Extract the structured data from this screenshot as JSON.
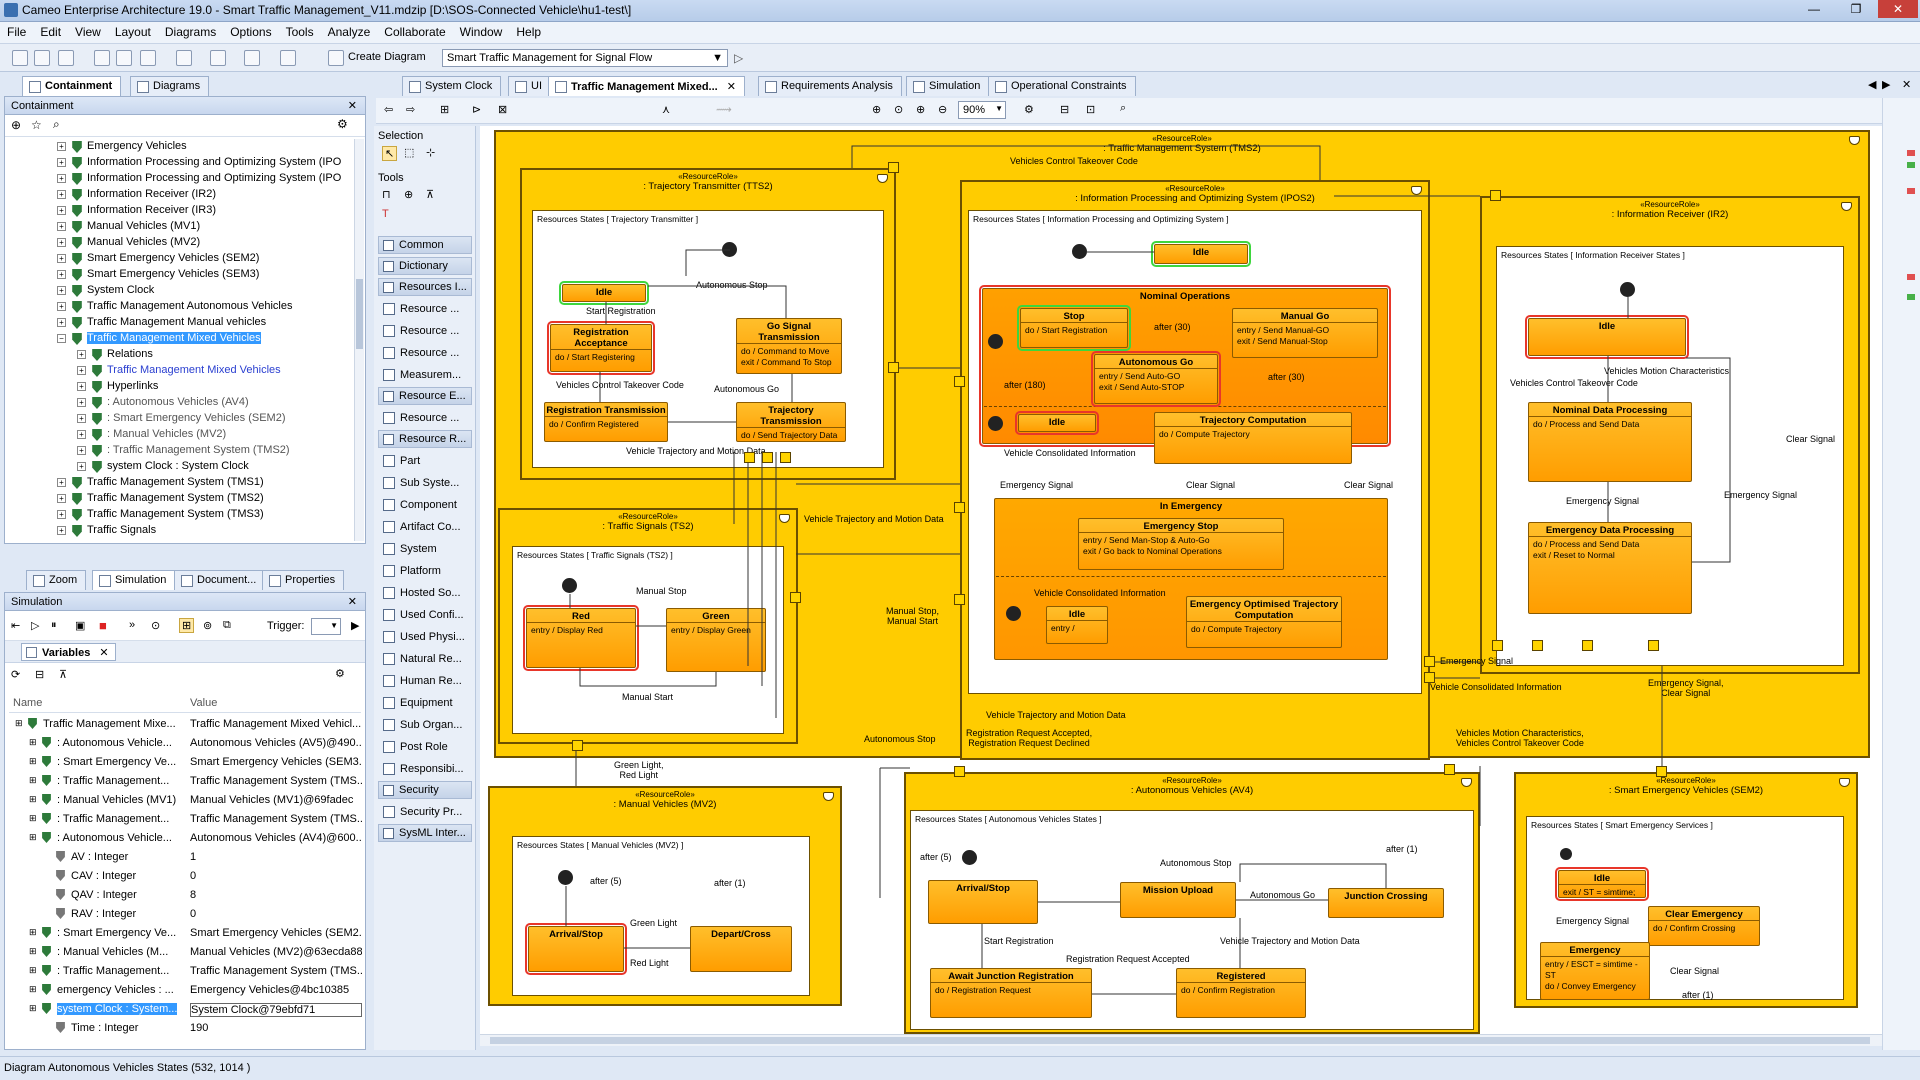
{
  "window": {
    "title": "Cameo Enterprise Architecture 19.0 - Smart Traffic Management_V11.mdzip [D:\\SOS-Connected Vehicle\\hu1-test\\]",
    "min": "—",
    "max": "❐",
    "close": "✕"
  },
  "menu": [
    "File",
    "Edit",
    "View",
    "Layout",
    "Diagrams",
    "Options",
    "Tools",
    "Analyze",
    "Collaborate",
    "Window",
    "Help"
  ],
  "toolbar": {
    "create_diagram": "Create Diagram",
    "diagram_selector": "Smart Traffic Management for Signal Flow"
  },
  "left_tabs": {
    "containment": "Containment",
    "diagrams": "Diagrams"
  },
  "containment": {
    "title": "Containment",
    "items": [
      {
        "label": "Emergency Vehicles",
        "indent": 0
      },
      {
        "label": "Information Processing and Optimizing System (IPO",
        "indent": 0
      },
      {
        "label": "Information Processing and Optimizing System (IPO",
        "indent": 0
      },
      {
        "label": "Information Receiver (IR2)",
        "indent": 0
      },
      {
        "label": "Information Receiver (IR3)",
        "indent": 0
      },
      {
        "label": "Manual Vehicles (MV1)",
        "indent": 0
      },
      {
        "label": "Manual Vehicles (MV2)",
        "indent": 0
      },
      {
        "label": "Smart Emergency Vehicles (SEM2)",
        "indent": 0
      },
      {
        "label": "Smart Emergency Vehicles (SEM3)",
        "indent": 0
      },
      {
        "label": "System Clock",
        "indent": 0
      },
      {
        "label": "Traffic Management Autonomous Vehicles",
        "indent": 0
      },
      {
        "label": "Traffic Management Manual vehicles",
        "indent": 0
      },
      {
        "label": "Traffic Management Mixed Vehicles",
        "indent": 0,
        "selected": true
      },
      {
        "label": "Relations",
        "indent": 1
      },
      {
        "label": "Traffic Management Mixed Vehicles",
        "indent": 1,
        "link": true
      },
      {
        "label": "Hyperlinks",
        "indent": 1
      },
      {
        "label": ": Autonomous Vehicles (AV4)",
        "indent": 1,
        "gray": true
      },
      {
        "label": ": Smart Emergency Vehicles (SEM2)",
        "indent": 1,
        "gray": true
      },
      {
        "label": ": Manual Vehicles (MV2)",
        "indent": 1,
        "gray": true
      },
      {
        "label": ": Traffic Management System (TMS2)",
        "indent": 1,
        "gray": true
      },
      {
        "label": "system Clock : System Clock",
        "indent": 1
      },
      {
        "label": "Traffic Management System (TMS1)",
        "indent": 0
      },
      {
        "label": "Traffic Management System (TMS2)",
        "indent": 0
      },
      {
        "label": "Traffic Management System (TMS3)",
        "indent": 0
      },
      {
        "label": "Traffic Signals",
        "indent": 0
      }
    ]
  },
  "bottom_tabs": [
    "Zoom",
    "Simulation",
    "Document...",
    "Properties"
  ],
  "simulation": {
    "title": "Simulation",
    "trigger_label": "Trigger:",
    "variables_tab": "Variables",
    "col_name": "Name",
    "col_value": "Value",
    "rows": [
      {
        "name": "Traffic Management Mixe...",
        "value": "Traffic Management Mixed Vehicl...",
        "indent": 0
      },
      {
        "name": ": Autonomous Vehicle...",
        "value": "Autonomous Vehicles (AV5)@490...",
        "indent": 1
      },
      {
        "name": ": Smart Emergency Ve...",
        "value": "Smart Emergency Vehicles (SEM3...",
        "indent": 1
      },
      {
        "name": ": Traffic Management...",
        "value": "Traffic Management System (TMS...",
        "indent": 1
      },
      {
        "name": ": Manual Vehicles (MV1)",
        "value": "Manual Vehicles (MV1)@69fadec",
        "indent": 1
      },
      {
        "name": ": Traffic Management...",
        "value": "Traffic Management System (TMS...",
        "indent": 1
      },
      {
        "name": ": Autonomous Vehicle...",
        "value": "Autonomous Vehicles (AV4)@600...",
        "indent": 1
      },
      {
        "name": "AV : Integer",
        "value": "1",
        "indent": 2
      },
      {
        "name": "CAV : Integer",
        "value": "0",
        "indent": 2
      },
      {
        "name": "QAV : Integer",
        "value": "8",
        "indent": 2
      },
      {
        "name": "RAV : Integer",
        "value": "0",
        "indent": 2
      },
      {
        "name": ": Smart Emergency Ve...",
        "value": "Smart Emergency Vehicles (SEM2...",
        "indent": 1
      },
      {
        "name": ": Manual Vehicles (M...",
        "value": "Manual Vehicles (MV2)@63ecda88",
        "indent": 1
      },
      {
        "name": ": Traffic Management...",
        "value": "Traffic Management System (TMS...",
        "indent": 1
      },
      {
        "name": "emergency Vehicles : ...",
        "value": "Emergency Vehicles@4bc10385",
        "indent": 1
      },
      {
        "name": "system Clock : System...",
        "value": "System Clock@79ebfd71",
        "indent": 1,
        "selected": true
      },
      {
        "name": "Time : Integer",
        "value": "190",
        "indent": 2
      }
    ]
  },
  "editor_tabs": [
    "System Clock",
    "UI",
    "Traffic Management Mixed...",
    "Requirements Analysis",
    "Simulation",
    "Operational Constraints"
  ],
  "zoom": "90%",
  "palette": {
    "selection": "Selection",
    "tools": "Tools",
    "items": [
      "Common",
      "Dictionary",
      "Resources I...",
      "Resource ...",
      "Resource ...",
      "Resource ...",
      "Measurem...",
      "Resource E...",
      "Resource ...",
      "Resource R...",
      "Part",
      "Sub Syste...",
      "Component",
      "Artifact Co...",
      "System",
      "Platform",
      "Hosted So...",
      "Used Confi...",
      "Used Physi...",
      "Natural Re...",
      "Human Re...",
      "Equipment",
      "Sub Organ...",
      "Post Role",
      "Responsibi...",
      "Security",
      "Security Pr...",
      "SysML Inter..."
    ]
  },
  "diagram": {
    "stereo": "«ResourceRole»",
    "tms": ": Traffic Management System (TMS2)",
    "tts": ": Trajectory Transmitter (TTS2)",
    "ipos": ": Information Processing and Optimizing System (IPOS2)",
    "ir": ": Information Receiver (IR2)",
    "ts": ": Traffic Signals (TS2)",
    "mv": ": Manual Vehicles (MV2)",
    "av": ": Autonomous Vehicles (AV4)",
    "sem": ": Smart Emergency Vehicles (SEM2)",
    "rs": "Resources States",
    "frames": {
      "tts": "Trajectory Transmitter",
      "ipos": "Information Processing and Optimizing System",
      "ir": "Information Receiver States",
      "ts": "Traffic Signals (TS2)",
      "mv": "Manual Vehicles (MV2)",
      "av": "Autonomous Vehicles States",
      "sem": "Smart Emergency Services"
    },
    "states": {
      "tts_idle": "Idle",
      "reg_acc": "Registration Acceptance",
      "reg_acc_b": "do / Start Registering",
      "go_sig": "Go Signal Transmission",
      "go_sig_b": "do / Command to Move\nexit / Command To Stop",
      "reg_tx": "Registration Transmission",
      "reg_tx_b": "do / Confirm Registered",
      "traj_tx": "Trajectory Transmission",
      "traj_tx_b": "do / Send Trajectory Data",
      "ipos_idle": "Idle",
      "nominal": "Nominal Operations",
      "stop": "Stop",
      "stop_b": "do / Start Registration",
      "manual_go": "Manual Go",
      "manual_go_b": "entry / Send Manual-GO\nexit / Send Manual-Stop",
      "auto_go": "Autonomous Go",
      "auto_go_b": "entry / Send Auto-GO\nexit / Send Auto-STOP",
      "ipos_idle2": "Idle",
      "traj_comp": "Trajectory Computation",
      "traj_comp_b": "do / Compute Trajectory",
      "in_emerg": "In Emergency",
      "emerg_stop": "Emergency Stop",
      "emerg_stop_b": "entry / Send Man-Stop & Auto-Go\nexit / Go back to Nominal Operations",
      "ipos_idle3": "Idle",
      "ipos_idle3_b": "entry /",
      "emerg_opt": "Emergency Optimised Trajectory Computation",
      "emerg_opt_b": "do / Compute Trajectory",
      "ir_idle": "Idle",
      "nom_proc": "Nominal Data Processing",
      "nom_proc_b": "do / Process and Send Data",
      "emerg_proc": "Emergency Data Processing",
      "emerg_proc_b": "do / Process and Send Data\nexit / Reset to Normal",
      "red": "Red",
      "red_b": "entry / Display Red",
      "green": "Green",
      "green_b": "entry / Display Green",
      "mv_arr": "Arrival/Stop",
      "mv_dep": "Depart/Cross",
      "av_arr": "Arrival/Stop",
      "mission": "Mission Upload",
      "junction": "Junction Crossing",
      "await": "Await Junction Registration",
      "await_b": "do / Registration Request",
      "registered": "Registered",
      "registered_b": "do / Confirm Registration",
      "sem_idle": "Idle",
      "sem_idle_b": "exit / ST = simtime;",
      "clear_em": "Clear Emergency",
      "clear_em_b": "do / Confirm Crossing",
      "emergency": "Emergency",
      "emergency_b": "entry / ESCT = simtime - ST\ndo / Convey Emergency"
    },
    "labels": {
      "auto_stop": "Autonomous Stop",
      "start_reg": "Start Registration",
      "veh_ctrl": "Vehicles Control Takeover Code",
      "auto_go": "Autonomous Go",
      "veh_traj": "Vehicle Trajectory and Motion Data",
      "after30a": "after (30)",
      "after30b": "after (30)",
      "after180": "after (180)",
      "veh_cons": "Vehicle Consolidated Information",
      "emerg_sig": "Emergency Signal",
      "clear_sig": "Clear Signal",
      "veh_cons2": "Vehicle Consolidated Information",
      "veh_motion": "Vehicles Motion Characteristics",
      "veh_ctrl2": "Vehicles Control Takeover Code",
      "emerg_sig2": "Emergency Signal",
      "emerg_sig3": "Emergency Signal",
      "clear_sig2": "Clear Signal",
      "vctc_top": "Vehicles Control Takeover Code",
      "veh_traj2": "Vehicle Trajectory and Motion Data",
      "manual_stop": "Manual Stop",
      "manual_start": "Manual Start",
      "ms_ms": "Manual Stop,\nManual Start",
      "emerg_sig4": "Emergency Signal",
      "veh_cons3": "Vehicle Consolidated Information",
      "es_cs": "Emergency Signal,\nClear Signal",
      "veh_traj3": "Vehicle Trajectory and Motion Data",
      "reg_acc_dec": "Registration Request Accepted,\nRegistration Request Declined",
      "auto_stop2": "Autonomous Stop",
      "vmc_vctc": "Vehicles Motion Characteristics,\nVehicles Control Takeover Code",
      "gl_rl": "Green Light,\nRed Light",
      "after5": "after (5)",
      "after1": "after (1)",
      "green_light": "Green Light",
      "red_light": "Red Light",
      "after5b": "after (5)",
      "auto_stop3": "Autonomous Stop",
      "after1b": "after (1)",
      "auto_go2": "Autonomous Go",
      "start_reg2": "Start Registration",
      "reg_req_acc": "Registration Request Accepted",
      "veh_traj4": "Vehicle Trajectory and Motion Data",
      "emerg_sig5": "Emergency Signal",
      "clear_sig3": "Clear Signal",
      "after1c": "after (1)"
    }
  },
  "status_bar": "Diagram Autonomous Vehicles States (532, 1014 )"
}
